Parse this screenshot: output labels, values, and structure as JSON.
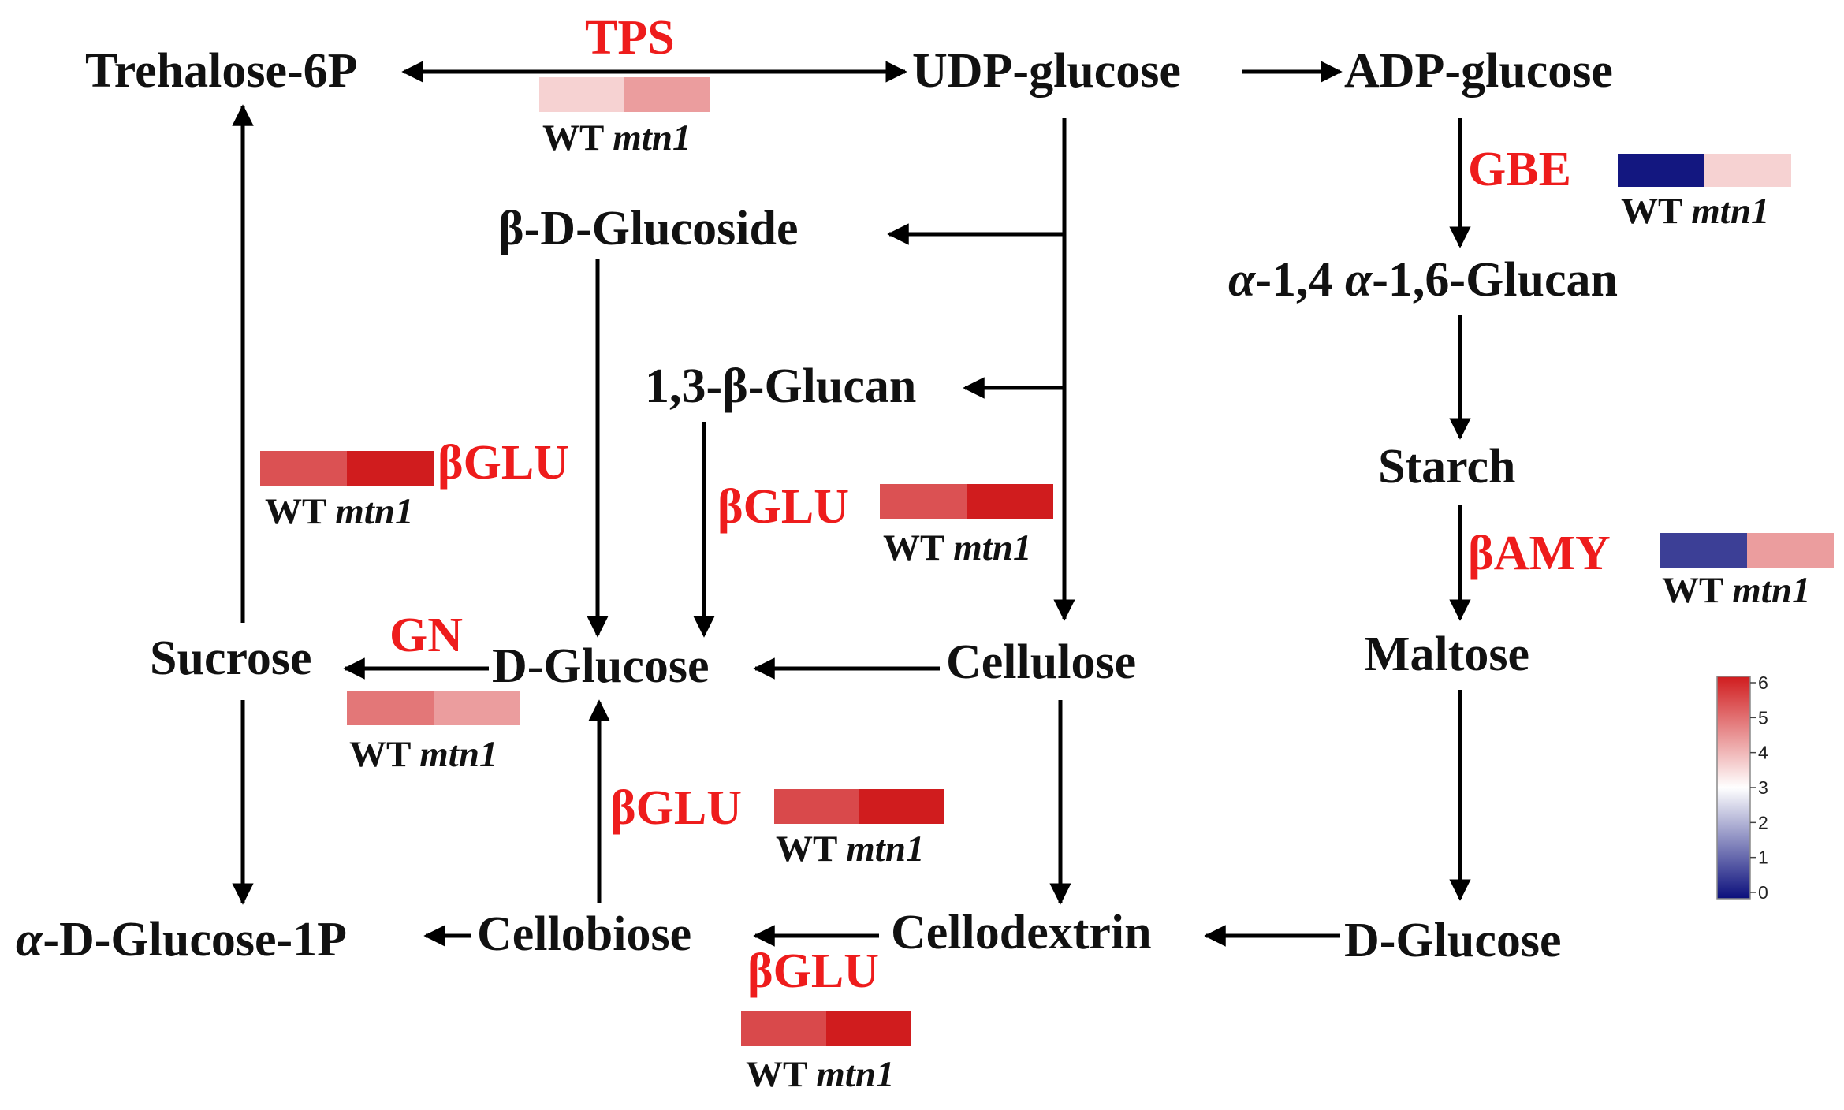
{
  "metabolites": {
    "trehalose_6p": "Trehalose-6P",
    "udp_glucose": "UDP-glucose",
    "adp_glucose": "ADP-glucose",
    "beta_d_glucoside": "β-D-Glucoside",
    "alpha_glucan_prefix": "α",
    "alpha_glucan_mid": "-1,4 ",
    "alpha_glucan_prefix2": "α",
    "alpha_glucan_suffix": "-1,6-Glucan",
    "glucan_13b": "1,3-β-Glucan",
    "starch": "Starch",
    "sucrose": "Sucrose",
    "d_glucose_center": "D-Glucose",
    "cellulose": "Cellulose",
    "maltose": "Maltose",
    "alpha_glucose_1p_prefix": "α",
    "alpha_glucose_1p_suffix": "-D-Glucose-1P",
    "cellobiose": "Cellobiose",
    "cellodextrin": "Cellodextrin",
    "d_glucose_right": "D-Glucose"
  },
  "enzymes": {
    "tps": "TPS",
    "gbe": "GBE",
    "bglu_sucrose": "βGLU",
    "bglu_glucan": "βGLU",
    "bamy": "βAMY",
    "gn": "GN",
    "bglu_cellobiose": "βGLU",
    "bglu_cellodextrin": "βGLU"
  },
  "heatmap_labels": {
    "wt": "WT",
    "mutant": "mtn1"
  },
  "expression": {
    "tps": {
      "wt": 3.6,
      "mtn1": 4.3
    },
    "gbe": {
      "wt": 0.1,
      "mtn1": 3.6
    },
    "bglu_sucrose": {
      "wt": 5.3,
      "mtn1": 6.0
    },
    "bglu_glucan": {
      "wt": 5.3,
      "mtn1": 6.0
    },
    "bamy": {
      "wt": 0.6,
      "mtn1": 4.3
    },
    "gn": {
      "wt": 4.8,
      "mtn1": 4.3
    },
    "bglu_cellobiose": {
      "wt": 5.4,
      "mtn1": 6.0
    },
    "bglu_cellodextrin": {
      "wt": 5.4,
      "mtn1": 6.0
    }
  },
  "colors": {
    "high": "#d01c1e",
    "mid": "#ffffff",
    "low": "#0b0f7c",
    "enzyme_text": "#ee1c1c"
  },
  "legend": {
    "range": [
      0,
      6
    ],
    "ticks": [
      "0",
      "1",
      "2",
      "3",
      "4",
      "5",
      "6"
    ]
  }
}
